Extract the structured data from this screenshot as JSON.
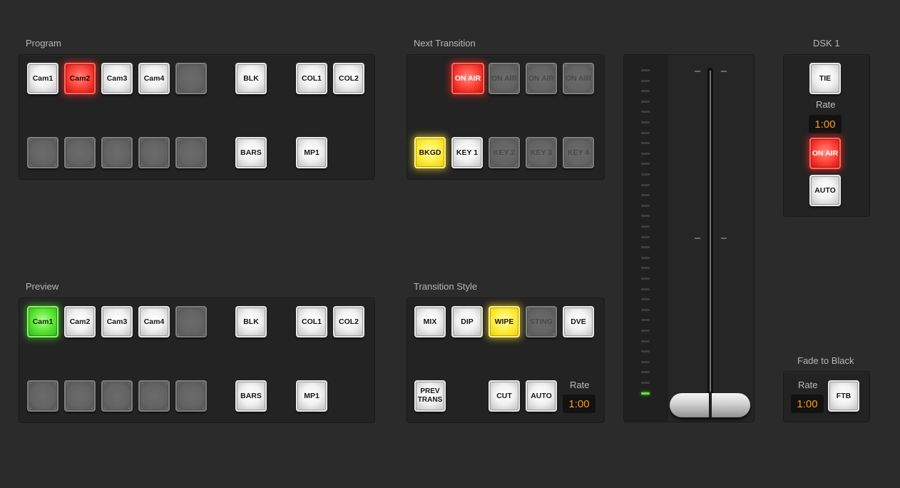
{
  "labels": {
    "program": "Program",
    "preview": "Preview",
    "next_transition": "Next Transition",
    "transition_style": "Transition Style",
    "dsk1": "DSK 1",
    "fade_to_black": "Fade to Black"
  },
  "program": {
    "row1": [
      "Cam1",
      "Cam2",
      "Cam3",
      "Cam4",
      "",
      "BLK",
      "COL1",
      "COL2"
    ],
    "row2": [
      "",
      "",
      "",
      "",
      "",
      "BARS",
      "MP1"
    ],
    "active": "Cam2"
  },
  "preview": {
    "row1": [
      "Cam1",
      "Cam2",
      "Cam3",
      "Cam4",
      "",
      "BLK",
      "COL1",
      "COL2"
    ],
    "row2": [
      "",
      "",
      "",
      "",
      "",
      "BARS",
      "MP1"
    ],
    "active": "Cam1"
  },
  "next_transition": {
    "on_air": [
      "ON AIR",
      "ON AIR",
      "ON AIR",
      "ON AIR"
    ],
    "keys": [
      "BKGD",
      "KEY 1",
      "KEY 2",
      "KEY 3",
      "KEY 4"
    ]
  },
  "transition_style": {
    "styles": [
      "MIX",
      "DIP",
      "WIPE",
      "STING",
      "DVE"
    ],
    "prev_trans": "PREV TRANS",
    "cut": "CUT",
    "auto": "AUTO",
    "rate_label": "Rate",
    "rate_value": "1:00"
  },
  "dsk1": {
    "tie": "TIE",
    "rate_label": "Rate",
    "rate_value": "1:00",
    "on_air": "ON AIR",
    "auto": "AUTO"
  },
  "ftb": {
    "rate_label": "Rate",
    "rate_value": "1:00",
    "button": "FTB"
  },
  "tbar": {
    "position": 1.0
  },
  "colors": {
    "program_active": "#ff4a40",
    "preview_active": "#62ea3c",
    "selected": "#fff04a",
    "rate_text": "#ff9a1a"
  }
}
